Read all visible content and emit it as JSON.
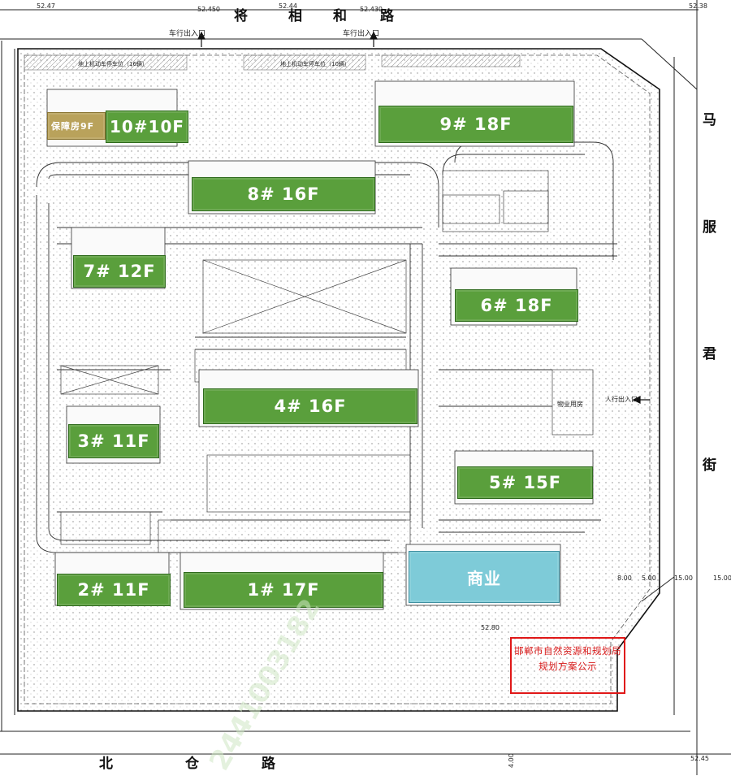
{
  "roads": {
    "north": [
      "将",
      "相",
      "和",
      "路"
    ],
    "east": [
      "马",
      "服",
      "君",
      "街"
    ],
    "south": [
      "北",
      "仓",
      "路"
    ]
  },
  "buildings": [
    {
      "id": "b10",
      "label": "10#10F"
    },
    {
      "id": "b9",
      "label": "9#  18F"
    },
    {
      "id": "b8",
      "label": "8#  16F"
    },
    {
      "id": "b7",
      "label": "7#  12F"
    },
    {
      "id": "b6",
      "label": "6#  18F"
    },
    {
      "id": "b4",
      "label": "4#  16F"
    },
    {
      "id": "b3",
      "label": "3#  11F"
    },
    {
      "id": "b5",
      "label": "5#  15F"
    },
    {
      "id": "b2",
      "label": "2#  11F"
    },
    {
      "id": "b1",
      "label": "1#  17F"
    }
  ],
  "affordable": {
    "label": "保障房9F"
  },
  "commercial": {
    "label": "商业"
  },
  "stamp": {
    "line1": "邯郸市自然资源和规划局",
    "line2": "规划方案公示"
  },
  "annotations": {
    "north_entrance_left": "车行出入口",
    "north_entrance_right": "车行出入口",
    "parking_left": "地上机动车停车位（16辆）",
    "parking_right": "地上机动车停车位（10辆）",
    "east_entrance": "人行出入口",
    "service": "物业用房",
    "dims": {
      "d1": "52.47",
      "d2": "52.450",
      "d3": "52.44",
      "d4": "52.430",
      "d5": "52.38",
      "d6": "15.00",
      "d7": "15.00",
      "d8": "8.00",
      "d9": "5.00",
      "d10": "52.45",
      "d11": "52.80",
      "d12": "4.00"
    }
  },
  "watermark": "2441003182"
}
